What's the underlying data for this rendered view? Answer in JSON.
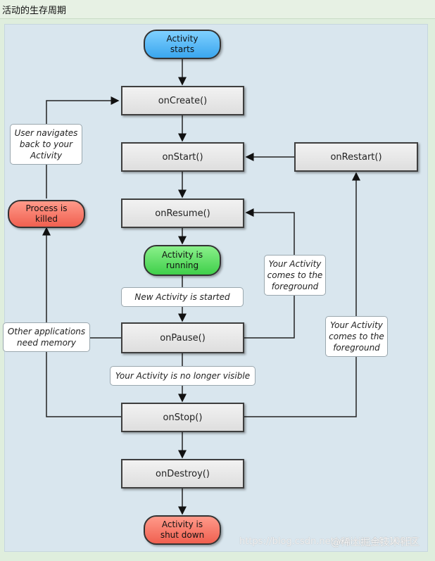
{
  "header": {
    "title": "活动的生存周期"
  },
  "nodes": {
    "activity_starts": "Activity\nstarts",
    "on_create": "onCreate()",
    "on_start": "onStart()",
    "on_restart": "onRestart()",
    "on_resume": "onResume()",
    "activity_running": "Activity is\nrunning",
    "on_pause": "onPause()",
    "on_stop": "onStop()",
    "on_destroy": "onDestroy()",
    "activity_shut_down": "Activity is\nshut down",
    "process_killed": "Process is\nkilled"
  },
  "notes": {
    "user_navigates_back": "User navigates\nback to your\nActivity",
    "new_activity_started": "New Activity is started",
    "other_apps_need_memory": "Other applications\nneed memory",
    "no_longer_visible": "Your Activity is no longer visible",
    "comes_to_foreground_1": "Your Activity\ncomes to the\nforeground",
    "comes_to_foreground_2": "Your Activity\ncomes to the\nforeground"
  },
  "watermark": {
    "url": "https://blog.csdn.net/weixin_44110937",
    "brand": "@稀土掘金技术社区"
  }
}
